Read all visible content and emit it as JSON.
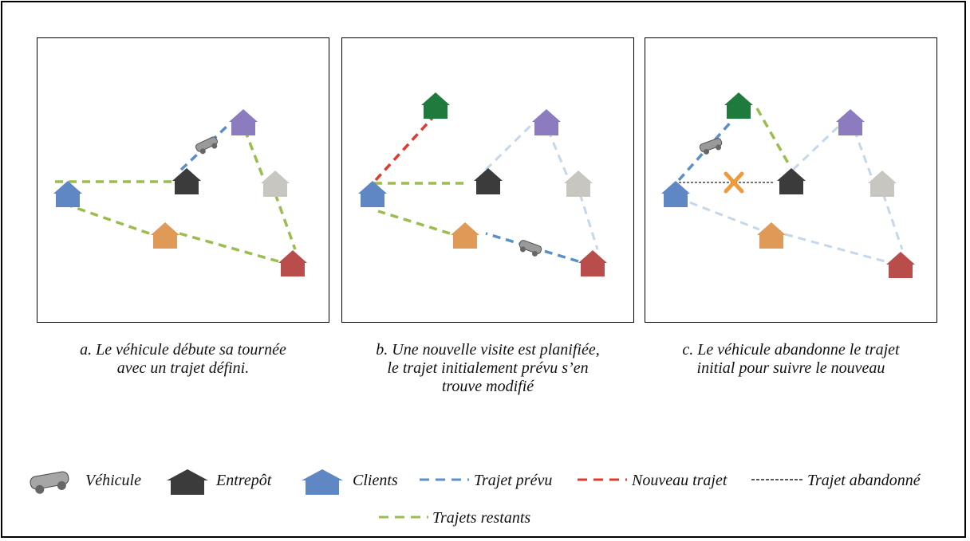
{
  "colors": {
    "planned_route": "#5b8fc9",
    "new_route": "#e03a2f",
    "abandoned_route": "#222222",
    "remaining_route": "#9bbd4e",
    "faded_route": "#c5d7ea",
    "cross": "#f09a3e",
    "depot": "#3b3b3b",
    "client_blue": "#5e87c4",
    "client_purple": "#8c7bbf",
    "client_grey": "#c8c6c0",
    "client_orange": "#df9a57",
    "client_red": "#b84d4b",
    "client_green": "#1f7a3e"
  },
  "captions": [
    {
      "line1": "a. Le véhicule débute sa tournée",
      "line2": "avec un trajet défini.",
      "line3": ""
    },
    {
      "line1": "b. Une nouvelle visite est planifiée,",
      "line2": "le trajet initialement prévu s’en",
      "line3": "trouve modifié"
    },
    {
      "line1": "c. Le véhicule abandonne le trajet",
      "line2": "initial pour suivre le nouveau",
      "line3": ""
    }
  ],
  "legend": {
    "vehicle": "Véhicule",
    "depot": "Entrepôt",
    "clients": "Clients",
    "planned": "Trajet prévu",
    "new": "Nouveau trajet",
    "abandoned": "Trajet abandonné",
    "remaining": "Trajets restants"
  },
  "icons": [
    "car-icon",
    "depot-house-icon",
    "client-house-icon",
    "cross-icon"
  ]
}
